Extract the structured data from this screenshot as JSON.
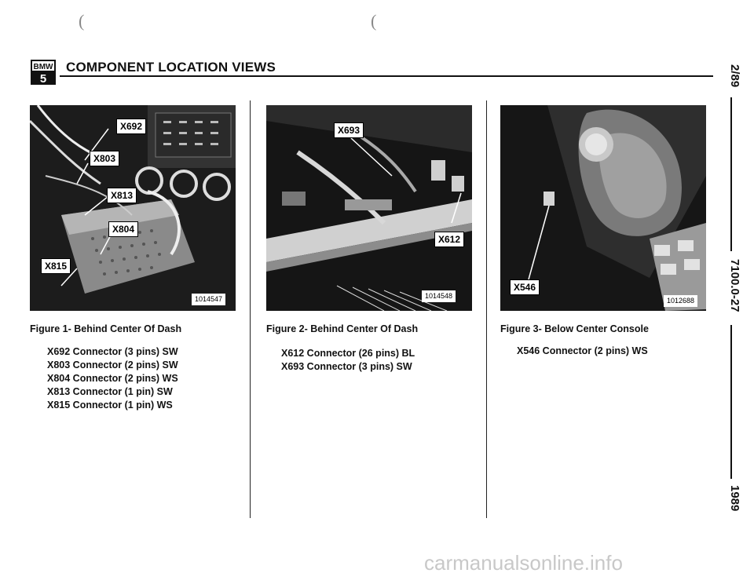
{
  "header": {
    "logo_top": "BMW",
    "logo_bottom": "5",
    "title": "COMPONENT LOCATION VIEWS"
  },
  "margin_text": {
    "date": "2/89",
    "page_code": "7100.0-27",
    "year": "1989"
  },
  "figures": [
    {
      "caption": "Figure 1-  Behind Center Of Dash",
      "photo_number": "1014547",
      "callouts": [
        "X692",
        "X803",
        "X813",
        "X804",
        "X815"
      ],
      "connectors": [
        "X692  Connector (3 pins) SW",
        "X803  Connector (2 pins) SW",
        "X804  Connector (2 pins) WS",
        "X813  Connector (1 pin) SW",
        "X815  Connector (1 pin) WS"
      ]
    },
    {
      "caption": "Figure 2-  Behind Center Of Dash",
      "photo_number": "1014548",
      "callouts": [
        "X693",
        "X612"
      ],
      "connectors": [
        "X612  Connector (26 pins) BL",
        "X693  Connector (3 pins) SW"
      ]
    },
    {
      "caption": "Figure 3-  Below Center Console",
      "photo_number": "1012688",
      "callouts": [
        "X546"
      ],
      "connectors": [
        "X546  Connector (2 pins) WS"
      ]
    }
  ],
  "watermark": "carmanualsonline.info",
  "colors": {
    "ink": "#111111",
    "photo_dark": "#1a1a1a",
    "watermark": "#c8c8c8"
  }
}
